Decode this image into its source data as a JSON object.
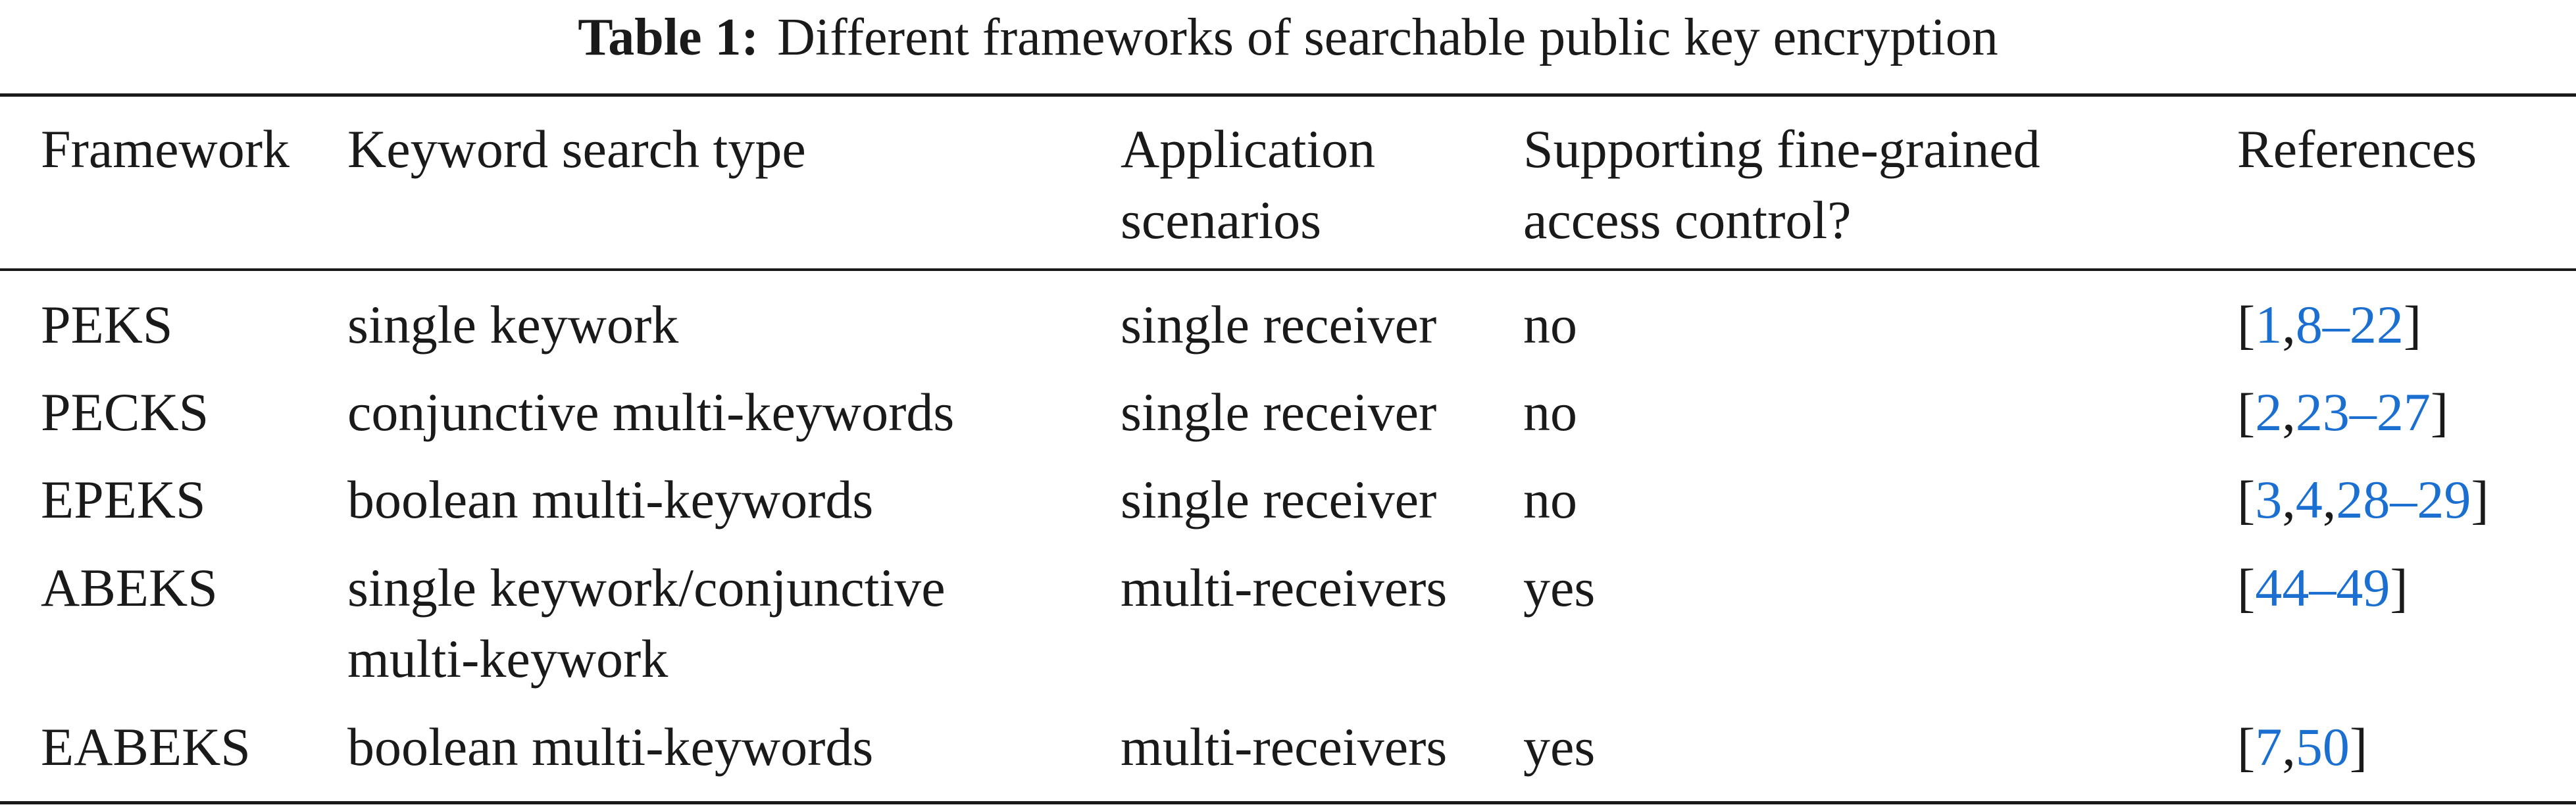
{
  "caption": {
    "label": "Table 1:",
    "text": "Different frameworks of searchable public key encryption"
  },
  "columns": [
    [
      "Framework"
    ],
    [
      "Keyword search type"
    ],
    [
      "Application",
      "scenarios"
    ],
    [
      "Supporting fine-grained",
      "access control?"
    ],
    [
      "References"
    ]
  ],
  "rows": [
    {
      "framework": "PEKS",
      "search_type": [
        "single keywork"
      ],
      "scenario": "single receiver",
      "fine_grained": "no",
      "references": [
        {
          "t": "[",
          "link": false
        },
        {
          "t": "1",
          "link": true
        },
        {
          "t": ",",
          "link": false
        },
        {
          "t": "8",
          "link": true
        },
        {
          "t": "–",
          "link": true
        },
        {
          "t": "22",
          "link": true
        },
        {
          "t": "]",
          "link": false
        }
      ]
    },
    {
      "framework": "PECKS",
      "search_type": [
        "conjunctive multi-keywords"
      ],
      "scenario": "single receiver",
      "fine_grained": "no",
      "references": [
        {
          "t": "[",
          "link": false
        },
        {
          "t": "2",
          "link": true
        },
        {
          "t": ",",
          "link": false
        },
        {
          "t": "23",
          "link": true
        },
        {
          "t": "–",
          "link": true
        },
        {
          "t": "27",
          "link": true
        },
        {
          "t": "]",
          "link": false
        }
      ]
    },
    {
      "framework": "EPEKS",
      "search_type": [
        "boolean multi-keywords"
      ],
      "scenario": "single receiver",
      "fine_grained": "no",
      "references": [
        {
          "t": "[",
          "link": false
        },
        {
          "t": "3",
          "link": true
        },
        {
          "t": ",",
          "link": false
        },
        {
          "t": "4",
          "link": true
        },
        {
          "t": ",",
          "link": false
        },
        {
          "t": "28",
          "link": true
        },
        {
          "t": "–",
          "link": true
        },
        {
          "t": "29",
          "link": true
        },
        {
          "t": "]",
          "link": false
        }
      ]
    },
    {
      "framework": "ABEKS",
      "search_type": [
        "single keywork/conjunctive",
        "multi-keywork"
      ],
      "scenario": "multi-receivers",
      "fine_grained": "yes",
      "references": [
        {
          "t": "[",
          "link": false
        },
        {
          "t": "44",
          "link": true
        },
        {
          "t": "–",
          "link": true
        },
        {
          "t": "49",
          "link": true
        },
        {
          "t": "]",
          "link": false
        }
      ]
    },
    {
      "framework": "EABEKS",
      "search_type": [
        "boolean multi-keywords"
      ],
      "scenario": "multi-receivers",
      "fine_grained": "yes",
      "references": [
        {
          "t": "[",
          "link": false
        },
        {
          "t": "7",
          "link": true
        },
        {
          "t": ",",
          "link": false
        },
        {
          "t": "50",
          "link": true
        },
        {
          "t": "]",
          "link": false
        }
      ]
    }
  ]
}
